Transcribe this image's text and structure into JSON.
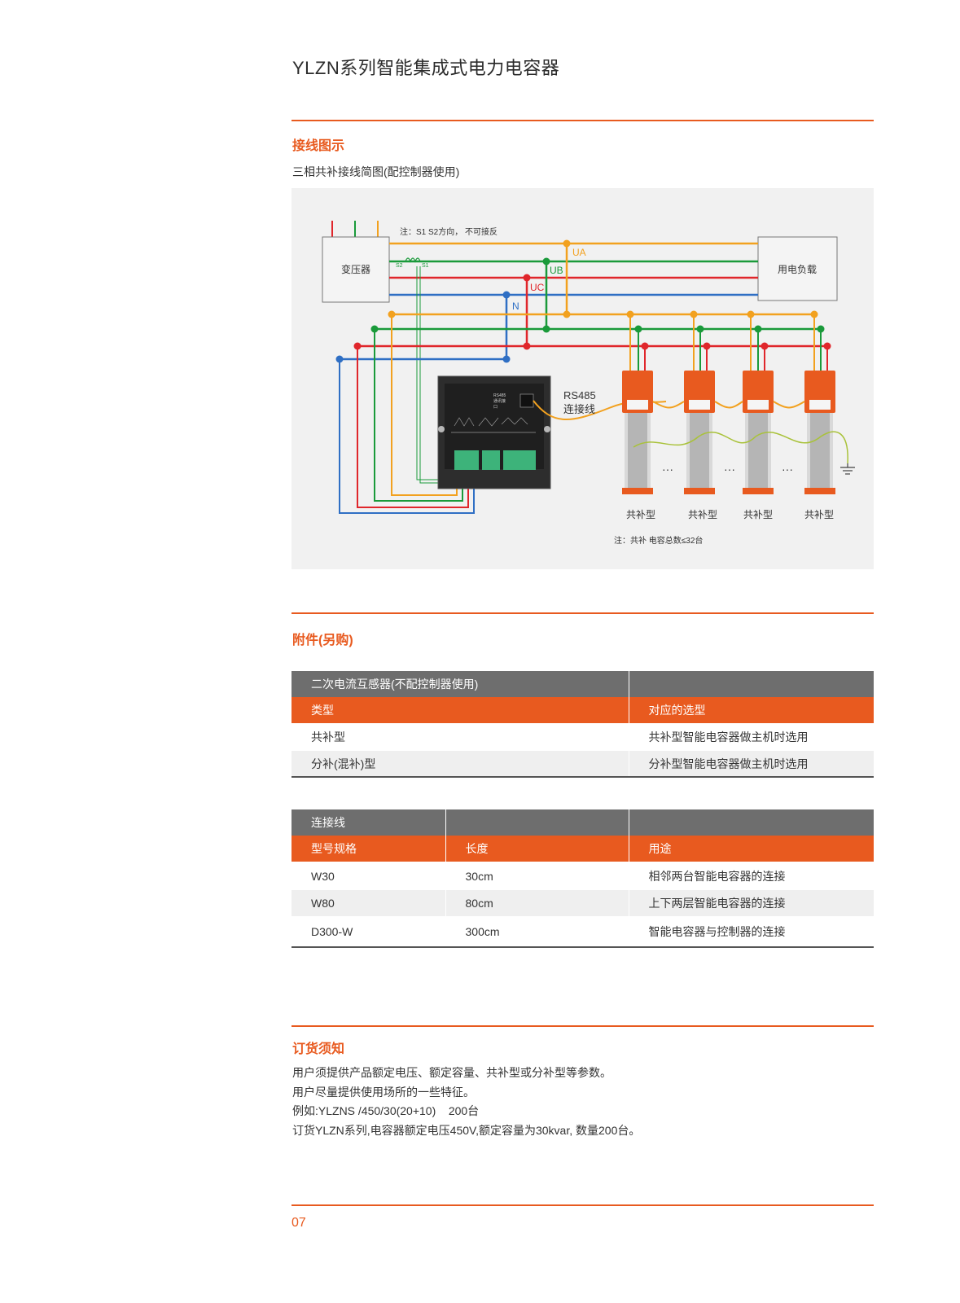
{
  "page": {
    "title": "YLZN系列智能集成式电力电容器",
    "page_number": "07"
  },
  "wiring": {
    "heading": "接线图示",
    "subtitle": "三相共补接线简图(配控制器使用)",
    "note_top": "注：S1 S2方向，  不可接反",
    "transformer": "变压器",
    "load": "用电负载",
    "ct_s2": "S2",
    "ct_s1": "S1",
    "phase_labels": [
      "UA",
      "UB",
      "UC",
      "N"
    ],
    "rs485_label_line1": "RS485",
    "rs485_label_line2": "连接线",
    "controller_text": [
      "RS485",
      "通讯接",
      "口"
    ],
    "capacitor_labels": [
      "共补型",
      "共补型",
      "共补型",
      "共补型"
    ],
    "ellipsis": "···",
    "note_bottom": "注：共补 电容总数≤32台",
    "colors": {
      "phase_a": "#f2a11f",
      "phase_b": "#1a9a3a",
      "phase_c": "#e0262b",
      "neutral": "#2f6fc4",
      "accent": "#e85a1f"
    }
  },
  "accessories": {
    "heading": "附件(另购)",
    "ct_table": {
      "group_header": "二次电流互感器(不配控制器使用)",
      "columns": [
        "类型",
        "对应的选型"
      ],
      "rows": [
        [
          "共补型",
          "共补型智能电容器做主机时选用"
        ],
        [
          "分补(混补)型",
          "分补型智能电容器做主机时选用"
        ]
      ]
    },
    "cable_table": {
      "group_header": "连接线",
      "columns": [
        "型号规格",
        "长度",
        "用途"
      ],
      "rows": [
        [
          "W30",
          "30cm",
          "相邻两台智能电容器的连接"
        ],
        [
          "W80",
          "80cm",
          "上下两层智能电容器的连接"
        ],
        [
          "D300-W",
          "300cm",
          "智能电容器与控制器的连接"
        ]
      ]
    }
  },
  "ordering": {
    "heading": "订货须知",
    "lines": [
      "用户须提供产品额定电压、额定容量、共补型或分补型等参数。",
      "用户尽量提供使用场所的一些特征。",
      "例如:YLZNS /450/30(20+10)    200台",
      "订货YLZN系列,电容器额定电压450V,额定容量为30kvar, 数量200台。"
    ]
  }
}
